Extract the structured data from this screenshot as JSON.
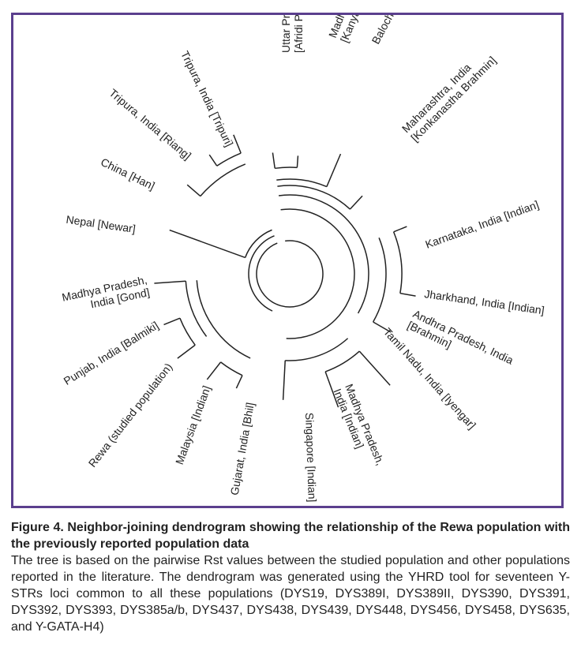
{
  "figure": {
    "leaves": [
      {
        "lines": [
          "Uttar Pradesh, India",
          "[Afridi Pathan]"
        ]
      },
      {
        "lines": [
          "Madhya Pradesh, India",
          "[Kanyakubja Brahmin]"
        ]
      },
      {
        "lines": [
          "Balochistan, Pakistan [Baloch]"
        ]
      },
      {
        "lines": [
          "Maharashtra, India",
          "[Konkanastha Brahmin]"
        ]
      },
      {
        "lines": [
          "Karnataka, India [Indian]"
        ]
      },
      {
        "lines": [
          "Jharkhand, India [Indian]"
        ]
      },
      {
        "lines": [
          "Andhra Pradesh, India",
          "[Brahmin]"
        ]
      },
      {
        "lines": [
          "Tamil Nadu, India [Iyengar]"
        ]
      },
      {
        "lines": [
          "Madhya Pradesh,",
          "India [Indian]"
        ]
      },
      {
        "lines": [
          "Singapore [Indian]"
        ]
      },
      {
        "lines": [
          "Gujarat, India [Bhil]"
        ]
      },
      {
        "lines": [
          "Malaysia [Indian]"
        ]
      },
      {
        "lines": [
          "Rewa (studied population)"
        ]
      },
      {
        "lines": [
          "Punjab, India [Balmiki]"
        ]
      },
      {
        "lines": [
          "Madhya Pradesh,",
          "India [Gond]"
        ]
      },
      {
        "lines": [
          "Nepal [Newar]"
        ]
      },
      {
        "lines": [
          "China [Han]"
        ]
      },
      {
        "lines": [
          "Tripura, India [Riang]"
        ]
      },
      {
        "lines": [
          "Tripura, India [Tripuri]"
        ]
      }
    ]
  },
  "caption": {
    "title": "Figure 4. Neighbor-joining dendrogram showing the relationship of the Rewa population with the previously reported population data",
    "text": "The tree is based on the pairwise Rst values between the studied population and other populations reported in the literature. The dendrogram was generated using the YHRD tool for seventeen Y-STRs loci common to all these populations (DYS19, DYS389I, DYS389II, DYS390, DYS391, DYS392, DYS393, DYS385a/b, DYS437, DYS438, DYS439, DYS448, DYS456, DYS458, DYS635, and Y-GATA-H4)"
  },
  "colors": {
    "frame": "#5b3f8e",
    "ink": "#222222"
  }
}
